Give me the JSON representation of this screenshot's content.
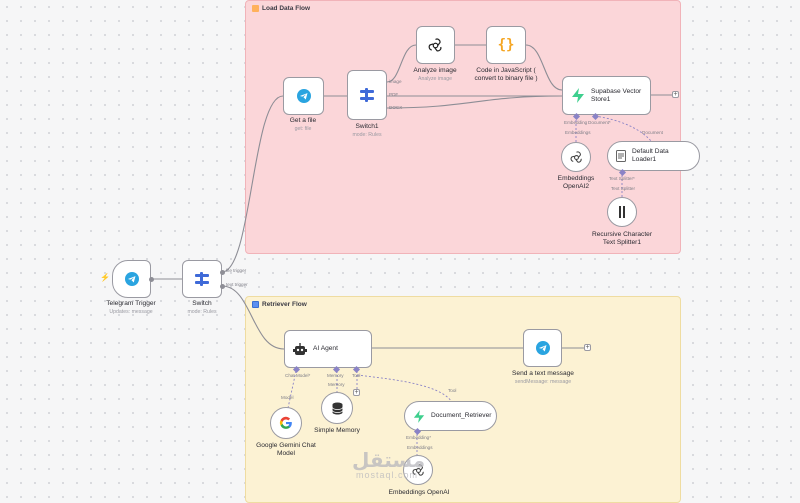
{
  "groups": {
    "load": {
      "title": "Load Data Flow"
    },
    "retriever": {
      "title": "Retriever Flow"
    }
  },
  "nodes": {
    "telegram_trigger": {
      "name": "Telegram Trigger",
      "sub": "Updates: message",
      "icon": "telegram-icon"
    },
    "switch": {
      "name": "Switch",
      "sub": "mode: Rules",
      "icon": "switch-icon"
    },
    "get_file": {
      "name": "Get a file",
      "sub": "get: file",
      "icon": "telegram-icon"
    },
    "switch1": {
      "name": "Switch1",
      "sub": "mode: Rules",
      "icon": "switch-icon"
    },
    "analyze_image": {
      "name": "Analyze image",
      "sub": "Analyze image",
      "icon": "openai-icon"
    },
    "code_js": {
      "name": "Code in JavaScript (\nconvert to binary file )",
      "icon": "code-braces-icon"
    },
    "supabase": {
      "name": "Supabase Vector\nStore1",
      "icon": "supabase-icon"
    },
    "embeddings_openai2": {
      "name": "Embeddings\nOpenAI2",
      "icon": "openai-icon"
    },
    "default_data_loader": {
      "name": "Default Data\nLoader1",
      "icon": "document-icon"
    },
    "recursive_splitter": {
      "name": "Recursive Character\nText Splitter1",
      "icon": "splitter-icon"
    },
    "ai_agent": {
      "name": "AI Agent",
      "icon": "robot-icon"
    },
    "send_text": {
      "name": "Send a text message",
      "sub": "sendMessage: message",
      "icon": "telegram-icon"
    },
    "gemini": {
      "name": "Google Gemini Chat\nModel",
      "icon": "google-icon"
    },
    "simple_memory": {
      "name": "Simple Memory",
      "icon": "database-icon"
    },
    "doc_retriever": {
      "name": "Document_Retriever",
      "icon": "supabase-icon"
    },
    "embeddings_openai": {
      "name": "Embeddings OpenAI",
      "icon": "openai-icon"
    }
  },
  "ports": {
    "switch_out1": "file trigger",
    "switch_out2": "text trigger",
    "switch1_image": "image",
    "switch1_pdf": "PDF",
    "switch1_docx": "DOCX",
    "embedding_in": "Embedding",
    "document_in": "Document*",
    "embeddings_label": "Embeddings",
    "document_label": "Document",
    "text_splitter_in": "Text Splitter*",
    "text_splitter_label": "Text Splitter",
    "chat_model": "Chat Model*",
    "memory": "Memory",
    "tool": "Tool",
    "model": "Model",
    "memory_label": "Memory",
    "tool_label": "Tool",
    "embedding_in2": "Embedding*",
    "embeddings_label2": "Embeddings"
  },
  "watermark": {
    "arabic": "مستقل",
    "latin": "mostaql.com"
  },
  "colors": {
    "load_group_bg": "#fbd6d9",
    "retriever_group_bg": "#fcf2d3",
    "telegram": "#2aa4e0",
    "switch": "#3f6ad8",
    "code": "#f5a623",
    "supabase": "#3ecf8e",
    "accent_trigger": "#ff6d5a",
    "ai_port": "#8a83c6"
  }
}
